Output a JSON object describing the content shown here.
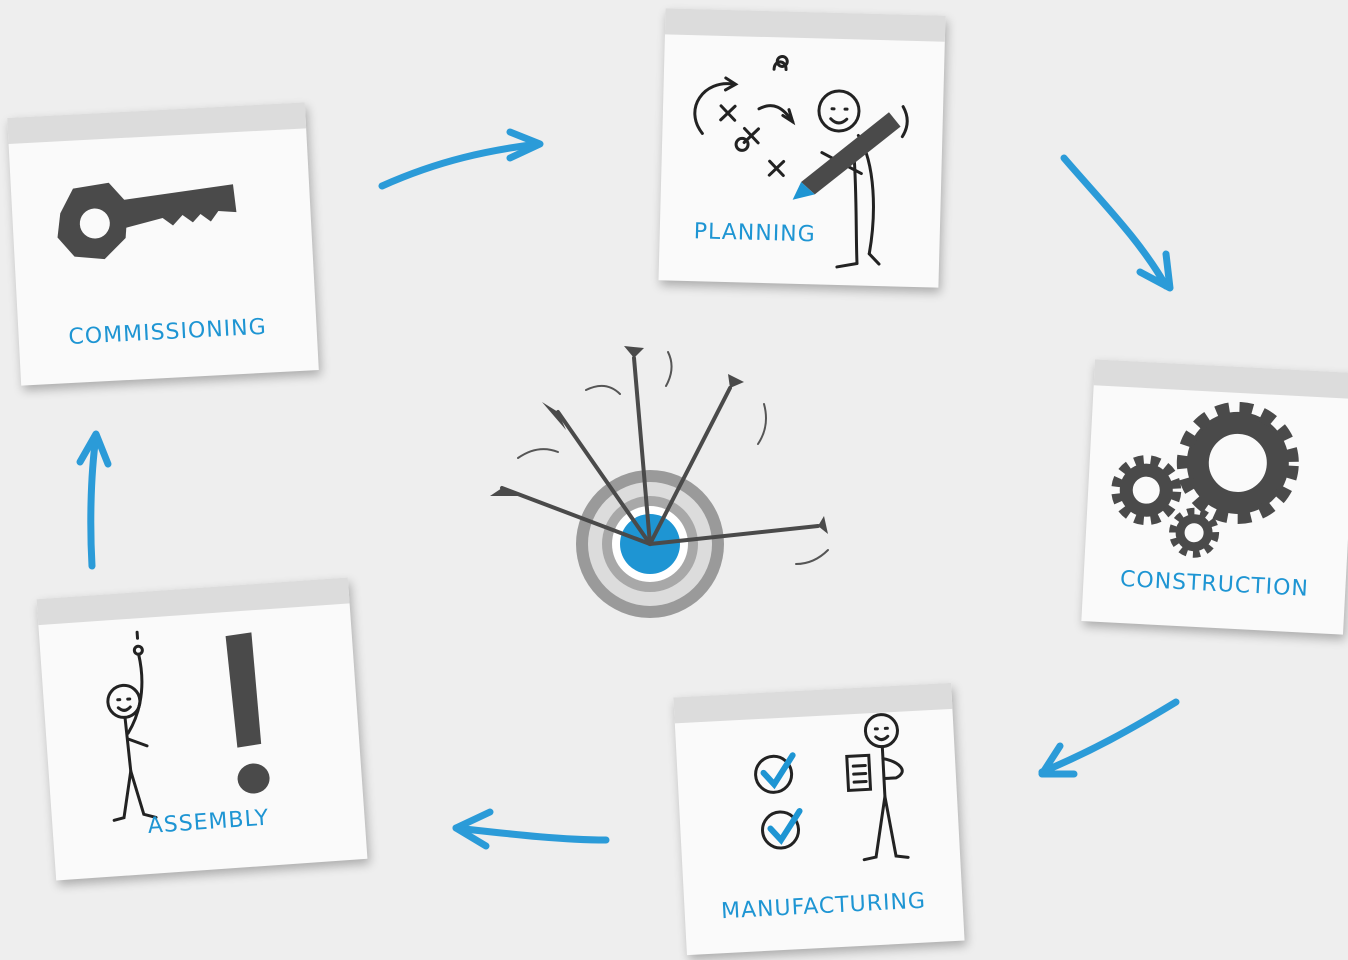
{
  "stages": {
    "planning": "PLANNING",
    "construction": "CONSTRUCTION",
    "manufacturing": "MANUFACTURING",
    "assembly": "ASSEMBLY",
    "commissioning": "COMMISSIONING"
  },
  "colors": {
    "accent": "#1e95d3",
    "ink": "#222222",
    "icon_gray": "#4a4a4a",
    "background": "#eeeeee"
  }
}
